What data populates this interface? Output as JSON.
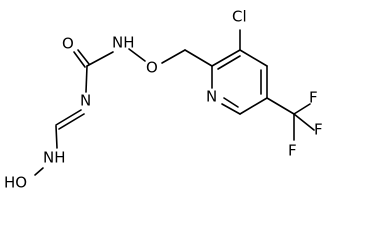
{
  "molecule": {
    "atoms": {
      "cl": "Cl",
      "nh_top": "NH",
      "o_carbonyl": "O",
      "o_ether": "O",
      "n_imine": "N",
      "n_pyridine": "N",
      "nh_bottom": "NH",
      "ho": "HO",
      "f_top": "F",
      "f_right": "F",
      "f_bottom": "F"
    }
  }
}
